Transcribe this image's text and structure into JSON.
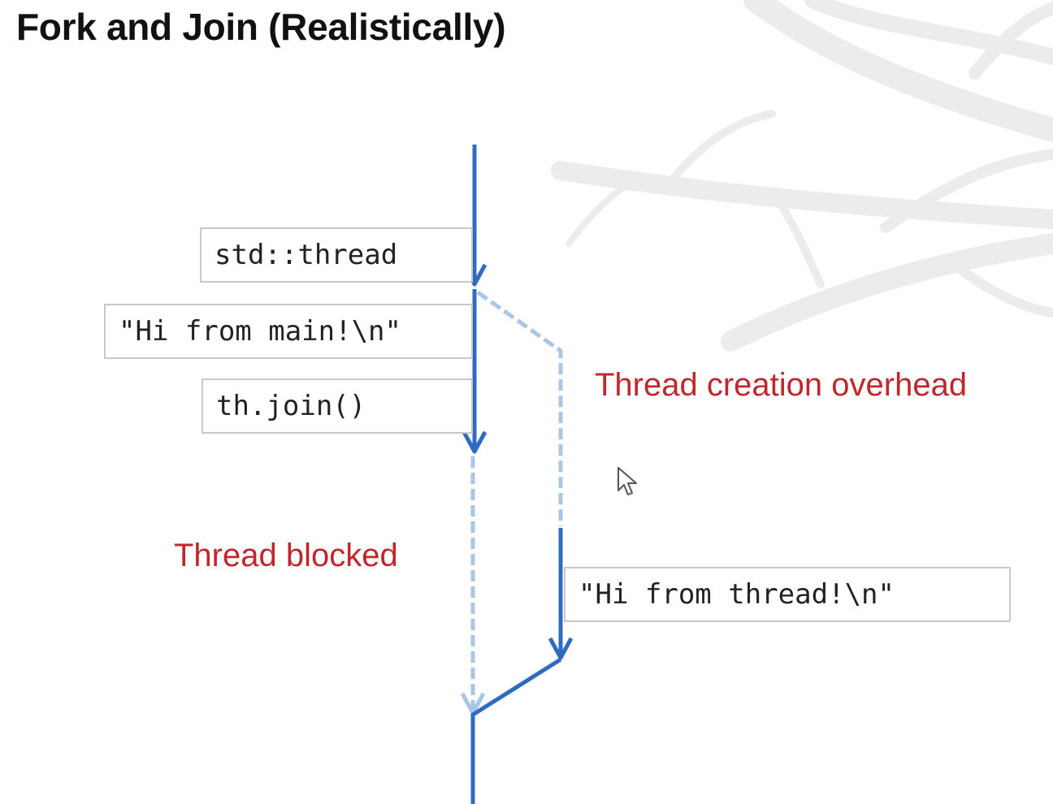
{
  "slide": {
    "title": "Fork and Join (Realistically)"
  },
  "diagram": {
    "main_thread_color": "#2f6bbf",
    "wait_color": "#a9c6e8",
    "label_color": "#c0272d",
    "code_boxes": {
      "std_thread": "std::thread",
      "hi_main": "\"Hi from main!\\n\"",
      "th_join": "th.join()",
      "hi_thread": "\"Hi from thread!\\n\""
    },
    "labels": {
      "creation_overhead": "Thread creation overhead",
      "blocked": "Thread blocked"
    }
  },
  "icons": {
    "cursor": "mouse-pointer-icon",
    "background": "tree-branches-watermark"
  }
}
